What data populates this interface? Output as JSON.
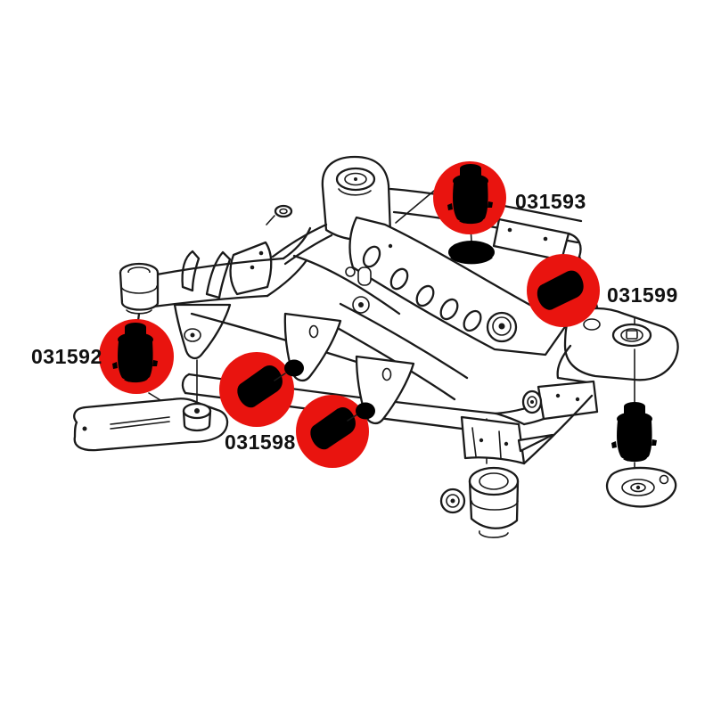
{
  "diagram_type": "rear-subframe-bushing-parts-diagram",
  "colors": {
    "highlight_red": "#e9140f",
    "line_black": "#1a1a1a",
    "label_black": "#111111",
    "page_white": "#ffffff"
  },
  "part_labels": [
    {
      "id": "left-front-bushing",
      "text": "031592"
    },
    {
      "id": "top-center-bushing",
      "text": "031593"
    },
    {
      "id": "lower-arm-bushings",
      "text": "031598"
    },
    {
      "id": "right-side-bushing",
      "text": "031599"
    }
  ]
}
